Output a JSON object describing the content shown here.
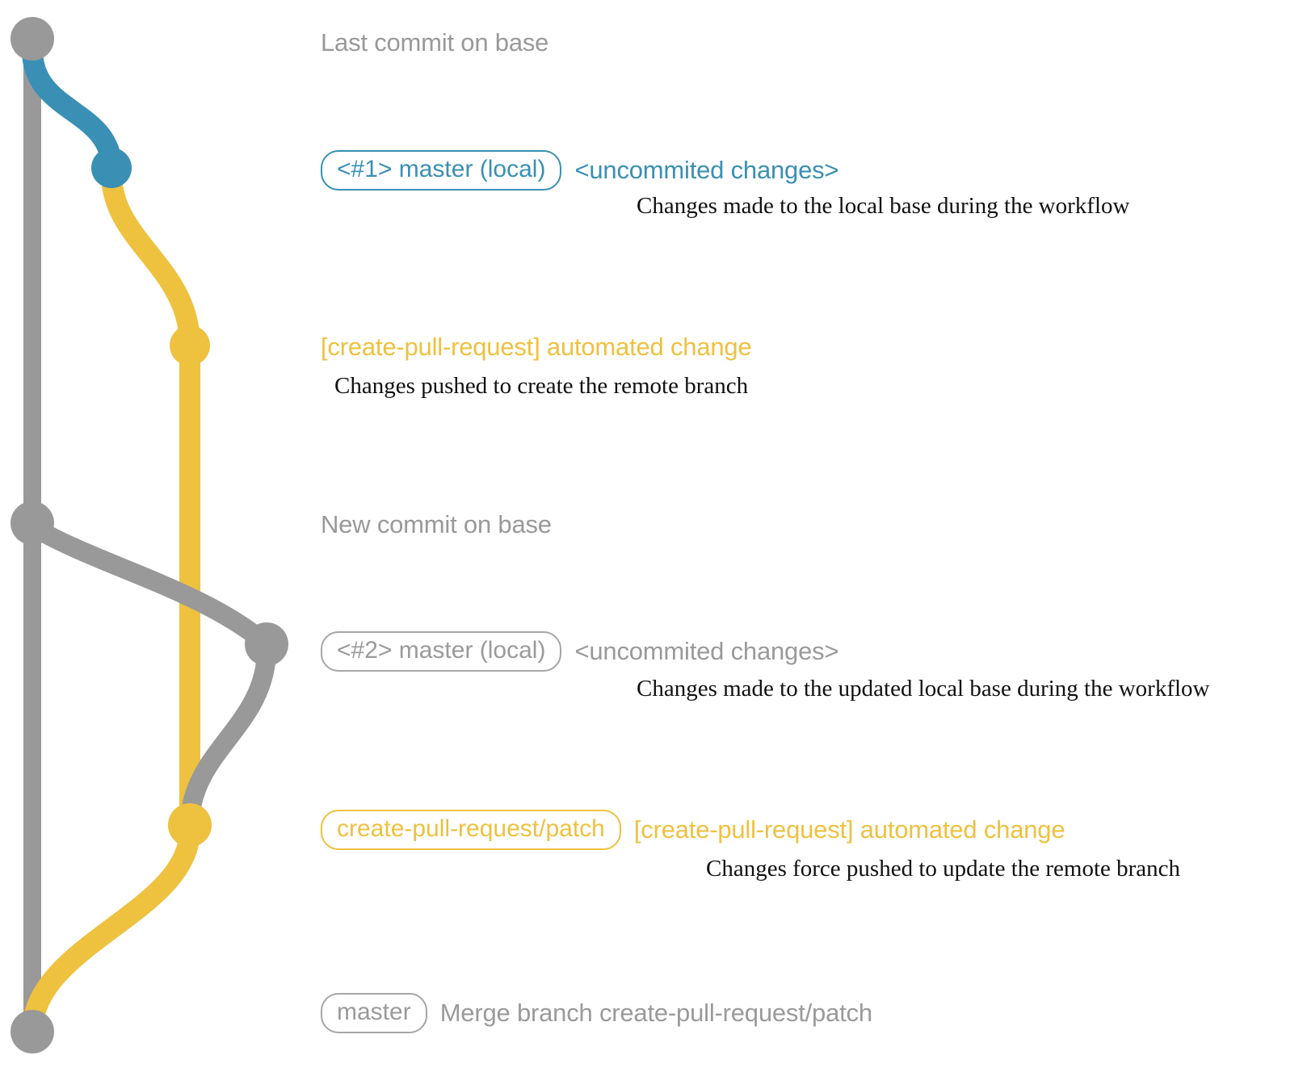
{
  "diagram": {
    "title_colors": {
      "gray": "#999999",
      "blue": "#3a8fb5",
      "yellow": "#eec13f",
      "black": "#111111",
      "background": "#ffffff"
    }
  },
  "rows": [
    {
      "id": "last-commit-on-base",
      "badge": null,
      "subject": "Last commit on base",
      "subject_color": "gray",
      "description": null,
      "node": {
        "color": "gray",
        "lane": "base"
      }
    },
    {
      "id": "master-local-1",
      "badge": "<#1> master (local)",
      "badge_color": "blue",
      "subject": "<uncommited changes>",
      "subject_color": "blue",
      "description": "Changes made to the local base during the workflow",
      "node": {
        "color": "blue",
        "lane": "local"
      }
    },
    {
      "id": "automated-change-1",
      "badge": null,
      "subject": "[create-pull-request] automated change",
      "subject_color": "yellow",
      "description": "Changes pushed to create the remote branch",
      "node": {
        "color": "yellow",
        "lane": "patch"
      }
    },
    {
      "id": "new-commit-on-base",
      "badge": null,
      "subject": "New commit on base",
      "subject_color": "gray",
      "description": null,
      "node": {
        "color": "gray",
        "lane": "base"
      }
    },
    {
      "id": "master-local-2",
      "badge": "<#2> master (local)",
      "badge_color": "gray",
      "subject": "<uncommited changes>",
      "subject_color": "gray",
      "description": "Changes made to the updated local base during the workflow",
      "node": {
        "color": "gray",
        "lane": "local2"
      }
    },
    {
      "id": "automated-change-2",
      "badge": "create-pull-request/patch",
      "badge_color": "yellow",
      "subject": "[create-pull-request] automated change",
      "subject_color": "yellow",
      "description": "Changes force pushed to update the remote branch",
      "node": {
        "color": "yellow",
        "lane": "patch"
      }
    },
    {
      "id": "merge-branch",
      "badge": "master",
      "badge_color": "gray",
      "subject": "Merge branch create-pull-request/patch",
      "subject_color": "gray",
      "description": null,
      "node": {
        "color": "gray",
        "lane": "base"
      }
    }
  ]
}
